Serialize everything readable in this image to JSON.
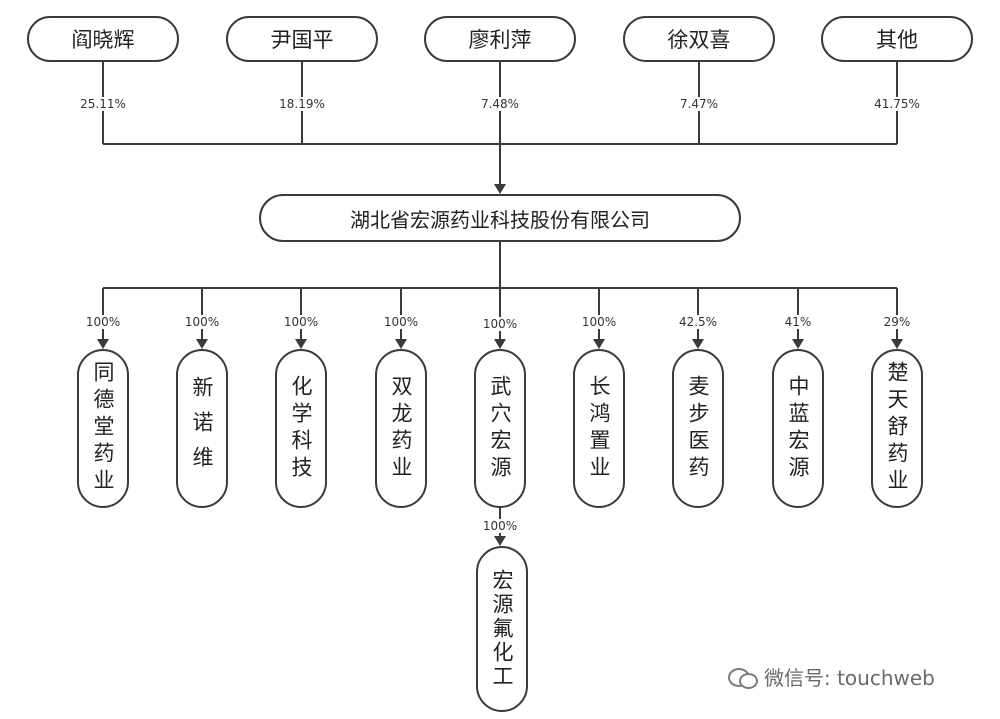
{
  "shareholders": [
    {
      "name": "阎晓辉",
      "pct": "25.11%"
    },
    {
      "name": "尹国平",
      "pct": "18.19%"
    },
    {
      "name": "廖利萍",
      "pct": "7.48%"
    },
    {
      "name": "徐双喜",
      "pct": "7.47%"
    },
    {
      "name": "其他",
      "pct": "41.75%"
    }
  ],
  "company": {
    "name": "湖北省宏源药业科技股份有限公司"
  },
  "subsidiaries": [
    {
      "name": "同德堂药业",
      "pct": "100%"
    },
    {
      "name": "新诺维",
      "pct": "100%"
    },
    {
      "name": "化学科技",
      "pct": "100%"
    },
    {
      "name": "双龙药业",
      "pct": "100%"
    },
    {
      "name": "武穴宏源",
      "pct": "100%"
    },
    {
      "name": "长鸿置业",
      "pct": "100%"
    },
    {
      "name": "麦步医药",
      "pct": "42.5%"
    },
    {
      "name": "中蓝宏源",
      "pct": "41%"
    },
    {
      "name": "楚天舒药业",
      "pct": "29%"
    }
  ],
  "grandchild": {
    "name": "宏源氟化工",
    "pct": "100%"
  },
  "watermark": {
    "text": "微信号: touchweb",
    "icon": "wechat-icon"
  }
}
